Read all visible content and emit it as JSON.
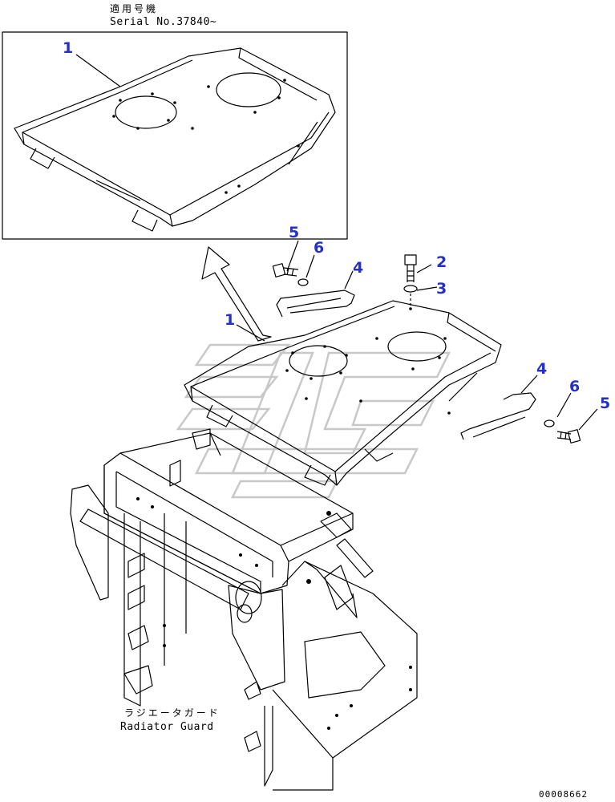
{
  "header": {
    "serial_jp": "適用号機",
    "serial_en": "Serial No.37840~"
  },
  "footer": {
    "guard_jp": "ラジエータガード",
    "guard_en": "Radiator Guard",
    "drawing_number": "00008662"
  },
  "callouts": {
    "inset_part": "1",
    "main_part": "1",
    "bolt_upper": "2",
    "washer_upper": "3",
    "bar_left": "4",
    "bar_right": "4",
    "bolt_left": "5",
    "bolt_right": "5",
    "washer_left": "6",
    "washer_right": "6"
  },
  "colors": {
    "line": "#000000",
    "callout": "#2530c8",
    "watermark": "#c8c8c8"
  }
}
